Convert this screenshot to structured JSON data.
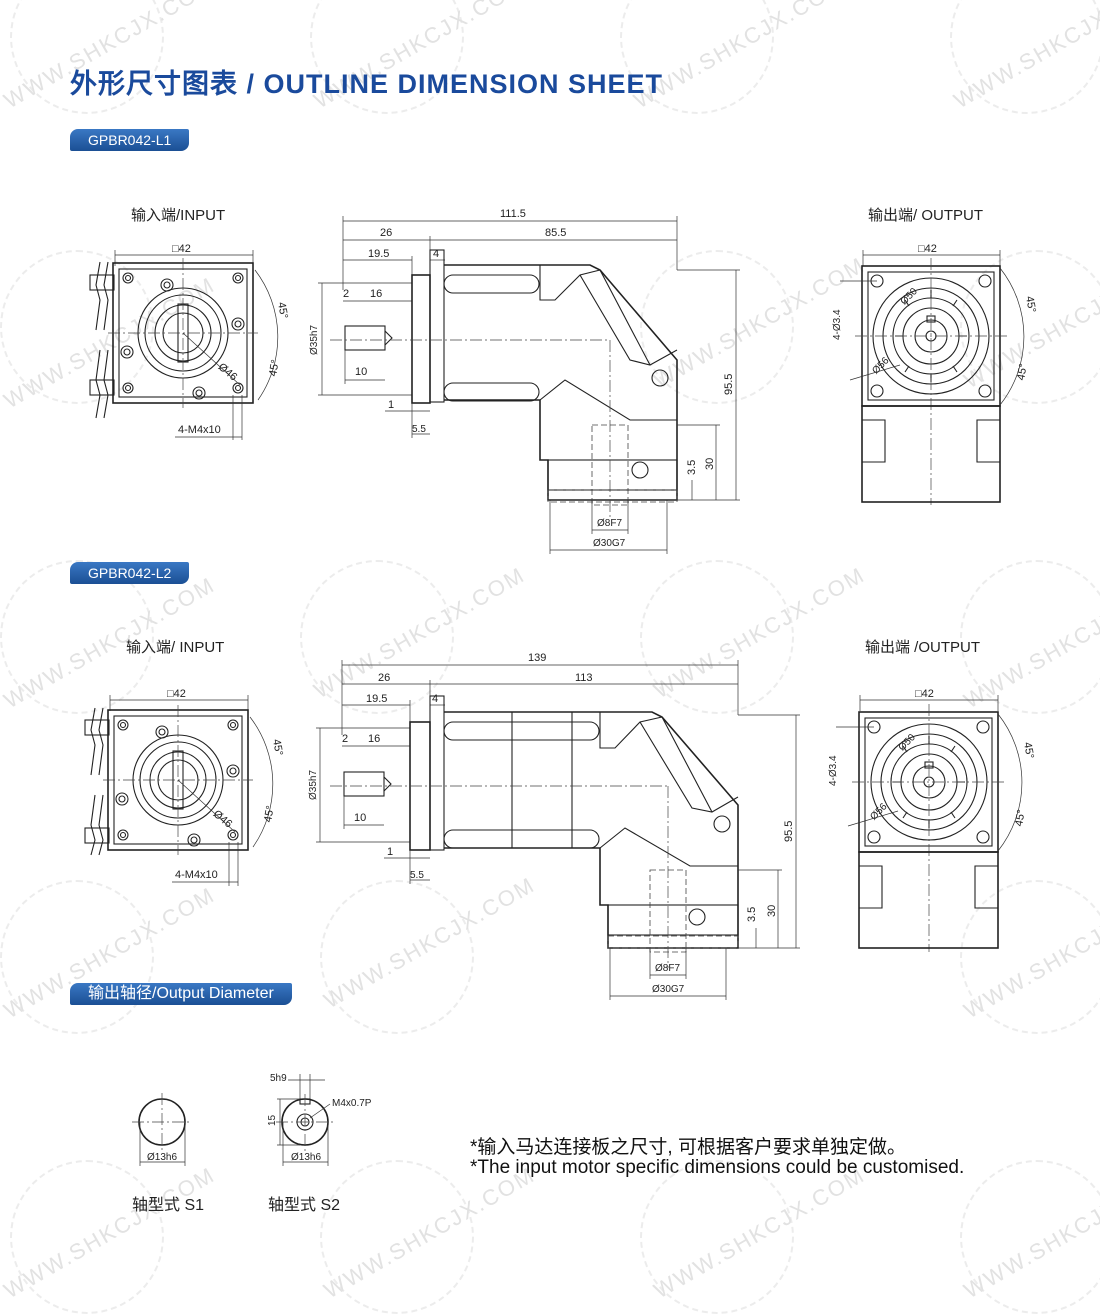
{
  "title": "外形尺寸图表 / OUTLINE DIMENSION SHEET",
  "watermark": "WWW.SHKCJX.COM",
  "colors": {
    "title": "#1a4a9c",
    "badge": "#24579e",
    "line": "#222222"
  },
  "sections": [
    {
      "badge": "GPBR042-L1",
      "input_label": "输入端/INPUT",
      "output_label": "输出端/ OUTPUT",
      "dims": {
        "sq": "□42",
        "a45a": "45°",
        "a45b": "45°",
        "d46": "Ø46",
        "m4": "4-M4x10",
        "len": "111.5",
        "l26": "26",
        "l85": "85.5",
        "l195": "19.5",
        "l4": "4",
        "l2": "2",
        "l16": "16",
        "d35": "Ø35h7",
        "l10": "10",
        "l1": "1",
        "l55": "5.5",
        "h955": "95.5",
        "h30": "30",
        "h35": "3.5",
        "d8": "Ø8F7",
        "d30": "Ø30G7",
        "osq": "□42",
        "o434": "4-Ø3.4",
        "o50": "Ø50",
        "o56": "Ø56",
        "o45a": "45°",
        "o45b": "45°"
      }
    },
    {
      "badge": "GPBR042-L2",
      "input_label": "输入端/ INPUT",
      "output_label": "输出端 /OUTPUT",
      "dims": {
        "sq": "□42",
        "a45a": "45°",
        "a45b": "45°",
        "d46": "Ø46",
        "m4": "4-M4x10",
        "len": "139",
        "l26": "26",
        "l85": "113",
        "l195": "19.5",
        "l4": "4",
        "l2": "2",
        "l16": "16",
        "d35": "Ø35h7",
        "l10": "10",
        "l1": "1",
        "l55": "5.5",
        "h955": "95.5",
        "h30": "30",
        "h35": "3.5",
        "d8": "Ø8F7",
        "d30": "Ø30G7",
        "osq": "□42",
        "o434": "4-Ø3.4",
        "o50": "Ø50",
        "o56": "Ø56",
        "o45a": "45°",
        "o45b": "45°"
      }
    }
  ],
  "output_diameter": {
    "badge": "输出轴径/Output Diameter",
    "s1": {
      "dia": "Ø13h6",
      "label": "轴型式 S1"
    },
    "s2": {
      "key": "5h9",
      "height": "15",
      "thread": "M4x0.7P",
      "dia": "Ø13h6",
      "label": "轴型式 S2"
    }
  },
  "notes": [
    "*输入马达连接板之尺寸, 可根据客户要求单独定做。",
    "*The input motor specific dimensions could be customised."
  ]
}
